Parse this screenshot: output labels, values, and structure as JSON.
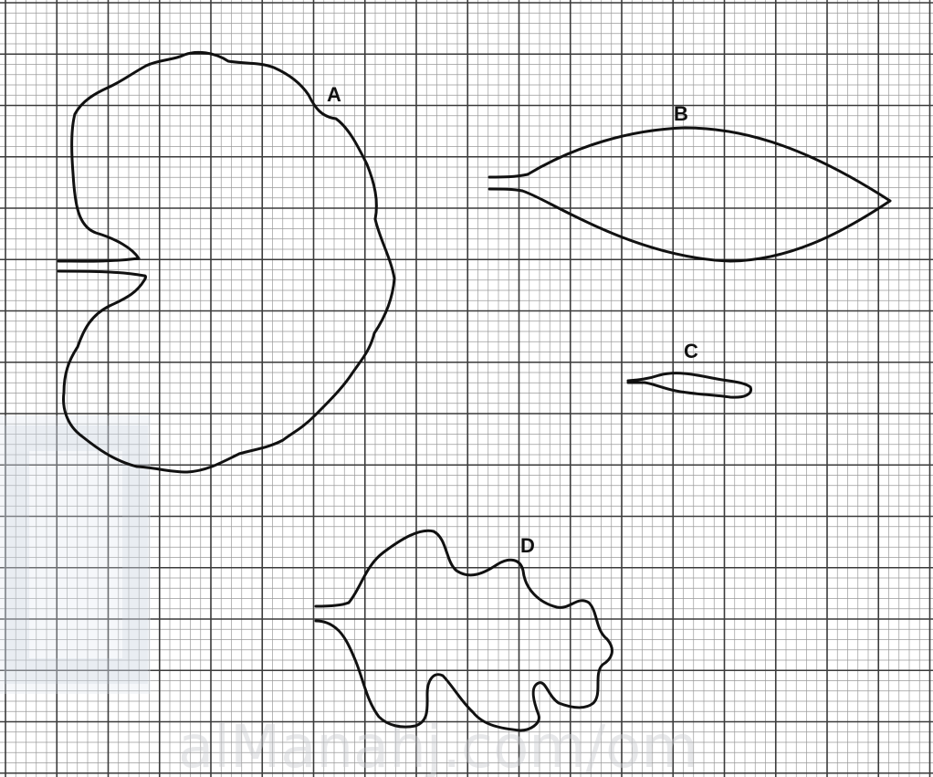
{
  "diagram": {
    "type": "graph-paper-leaf-outlines",
    "colors": {
      "background": "#ffffff",
      "grid_minor": "#9a9a9a",
      "grid_major": "#3a3a3a",
      "outline": "#111111",
      "watermark": "#c9ccd0",
      "watermark_block": "#dfe6ee"
    },
    "leaves": [
      {
        "id": "A",
        "label": "A"
      },
      {
        "id": "B",
        "label": "B"
      },
      {
        "id": "C",
        "label": "C"
      },
      {
        "id": "D",
        "label": "D"
      }
    ],
    "watermark": {
      "text": "alManahj.com/om"
    }
  }
}
